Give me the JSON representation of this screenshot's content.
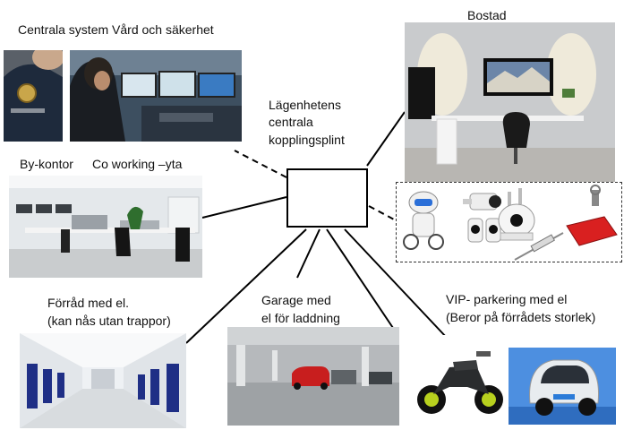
{
  "labels": {
    "central_systems": "Centrala system Vård och säkerhet",
    "bostad": "Bostad",
    "hub_l1": "Lägenhetens",
    "hub_l2": "centrala",
    "hub_l3": "kopplingsplint",
    "bykontor": "By-kontor",
    "coworking": "Co working –yta",
    "forrad_l1": "Förråd med el.",
    "forrad_l2": "(kan nås utan trappor)",
    "garage_l1": "Garage med",
    "garage_l2": "el för laddning",
    "vip_l1": "VIP- parkering med el",
    "vip_l2": "(Beror på förrådets storlek)"
  },
  "colors": {
    "storage_door": "#1f2f86",
    "police_navy": "#1e2a3c",
    "car_red": "#c81e1e",
    "moto_accent": "#b8d11e",
    "twizy_blue": "#2a7bd8"
  },
  "connections": [
    {
      "to": "central-systems",
      "style": "dashed"
    },
    {
      "to": "bostad",
      "style": "solid"
    },
    {
      "to": "co-working",
      "style": "solid"
    },
    {
      "to": "smart-devices",
      "style": "dashed"
    },
    {
      "to": "forrad",
      "style": "solid"
    },
    {
      "to": "garage",
      "style": "solid"
    },
    {
      "to": "garage-vip",
      "style": "solid"
    },
    {
      "to": "vip-parkering",
      "style": "solid"
    }
  ]
}
